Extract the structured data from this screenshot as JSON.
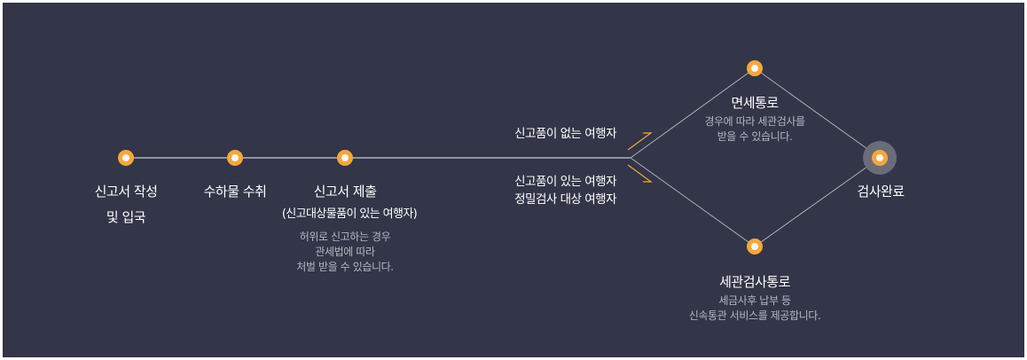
{
  "colors": {
    "background": "#333548",
    "accent": "#f5a73a",
    "line": "#c8c9d0"
  },
  "steps": [
    {
      "title_line1": "신고서 작성",
      "title_line2": "및 입국"
    },
    {
      "title_line1": "수하물 수취"
    },
    {
      "title_line1": "신고서 제출",
      "subtitle": "(신고대상물품이 있는 여행자)",
      "desc": [
        "허위로 신고하는 경우",
        "관세법에 따라",
        "처벌 받을 수 있습니다."
      ]
    }
  ],
  "branch_labels": {
    "upper": "신고품이 없는 여행자",
    "lower": [
      "신고품이 있는 여행자",
      "정밀검사 대상 여행자"
    ]
  },
  "duty_free": {
    "title": "면세통로",
    "desc": [
      "경우에 따라 세관검사를",
      "받을 수 있습니다."
    ]
  },
  "customs": {
    "title": "세관검사통로",
    "desc": [
      "세금사후 납부 등",
      "신속통관 서비스를 제공합니다."
    ]
  },
  "complete": {
    "title": "검사완료"
  }
}
